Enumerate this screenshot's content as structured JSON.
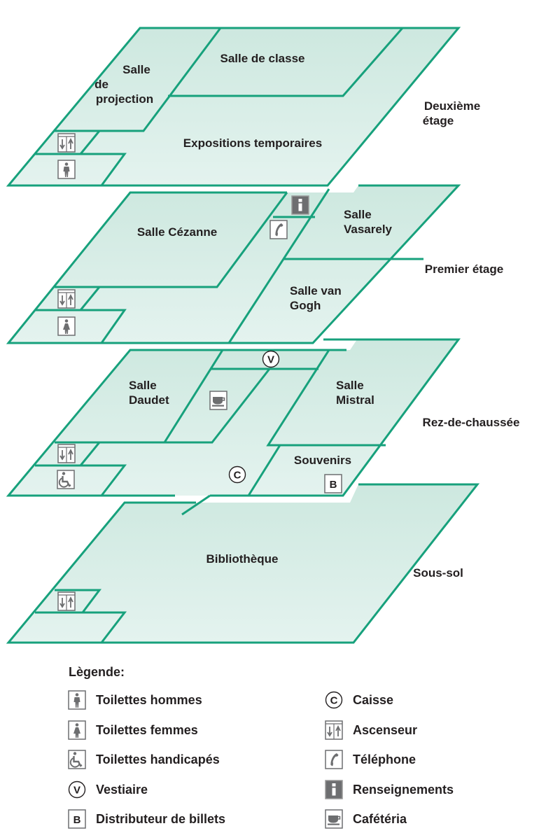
{
  "colors": {
    "stroke": "#17a17c",
    "fill_top": "#cde8df",
    "fill_bottom": "#e4f3ef",
    "icon_gray": "#6d6e70",
    "text": "#231f20"
  },
  "symbols": {
    "vestiaire": "V",
    "caisse": "C",
    "billets": "B"
  },
  "floors": {
    "deuxieme": {
      "name_line1": "Deuxième",
      "name_line2": "étage",
      "rooms": {
        "projection_1": "Salle",
        "projection_2": "de",
        "projection_3": "projection",
        "classe": "Salle de classe",
        "expositions": "Expositions temporaires"
      }
    },
    "premier": {
      "name": "Premier étage",
      "rooms": {
        "cezanne": "Salle Cézanne",
        "vasarely_1": "Salle",
        "vasarely_2": "Vasarely",
        "vangogh_1": "Salle van",
        "vangogh_2": "Gogh"
      }
    },
    "rez": {
      "name": "Rez-de-chaussée",
      "rooms": {
        "daudet_1": "Salle",
        "daudet_2": "Daudet",
        "mistral_1": "Salle",
        "mistral_2": "Mistral",
        "souvenirs": "Souvenirs"
      }
    },
    "soussol": {
      "name": "Sous-sol",
      "rooms": {
        "bibliotheque": "Bibliothèque"
      }
    }
  },
  "legend": {
    "title": "Lègende:",
    "left": [
      {
        "icon": "man",
        "label": "Toilettes hommes"
      },
      {
        "icon": "woman",
        "label": "Toilettes femmes"
      },
      {
        "icon": "wheelchair",
        "label": "Toilettes handicapés"
      },
      {
        "icon": "vestiaire",
        "label": "Vestiaire"
      },
      {
        "icon": "billets",
        "label": "Distributeur de billets"
      }
    ],
    "right": [
      {
        "icon": "caisse",
        "label": "Caisse"
      },
      {
        "icon": "elevator",
        "label": "Ascenseur"
      },
      {
        "icon": "phone",
        "label": "Téléphone"
      },
      {
        "icon": "info",
        "label": "Renseignements"
      },
      {
        "icon": "cafe",
        "label": "Cafétéria"
      }
    ]
  }
}
